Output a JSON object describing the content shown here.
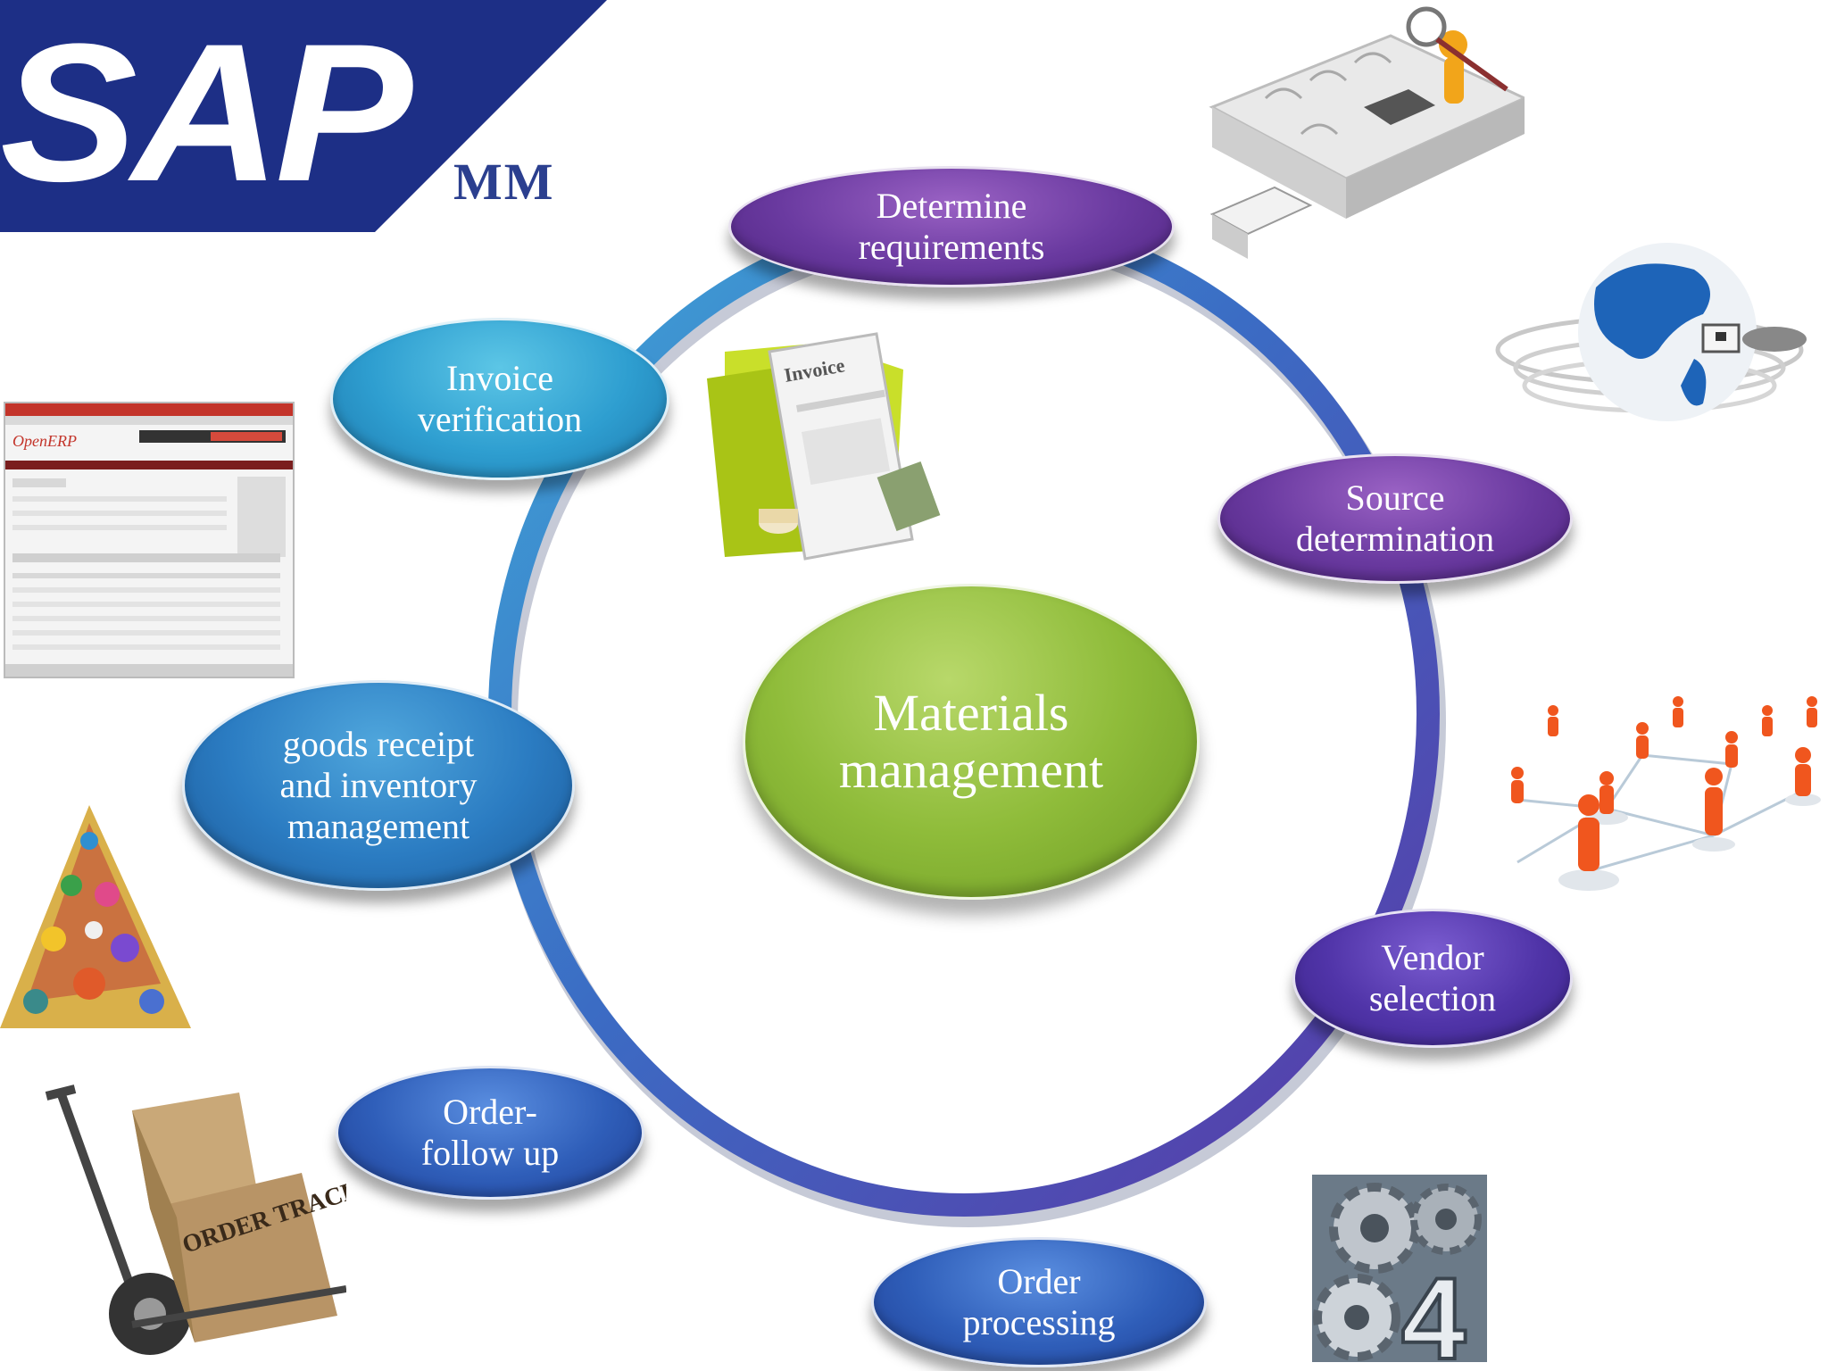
{
  "logo": {
    "brand": "SAP",
    "module": "MM"
  },
  "center": {
    "line1": "Materials",
    "line2": "management"
  },
  "steps": [
    {
      "id": "determine",
      "line1": "Determine",
      "line2": "requirements",
      "line3": ""
    },
    {
      "id": "source",
      "line1": "Source",
      "line2": "determination",
      "line3": ""
    },
    {
      "id": "vendor",
      "line1": "Vendor",
      "line2": "selection",
      "line3": ""
    },
    {
      "id": "order-processing",
      "line1": "Order",
      "line2": "processing",
      "line3": ""
    },
    {
      "id": "order-follow",
      "line1": "Order-",
      "line2": "follow up",
      "line3": ""
    },
    {
      "id": "goods",
      "line1": "goods receipt",
      "line2": "and inventory",
      "line3": "management"
    },
    {
      "id": "invoice",
      "line1": "Invoice",
      "line2": "verification",
      "line3": ""
    }
  ],
  "images": {
    "invoice_doc_text": "Invoice",
    "erp_title": "OpenERP",
    "order_box_text": "ORDER TRACKING",
    "gear_number": "4"
  },
  "colors": {
    "sap_blue": "#1d2f86",
    "ring_purple": "#6a3aa0",
    "ring_blue": "#3a78c8",
    "center_green": "#8fbc3a"
  }
}
